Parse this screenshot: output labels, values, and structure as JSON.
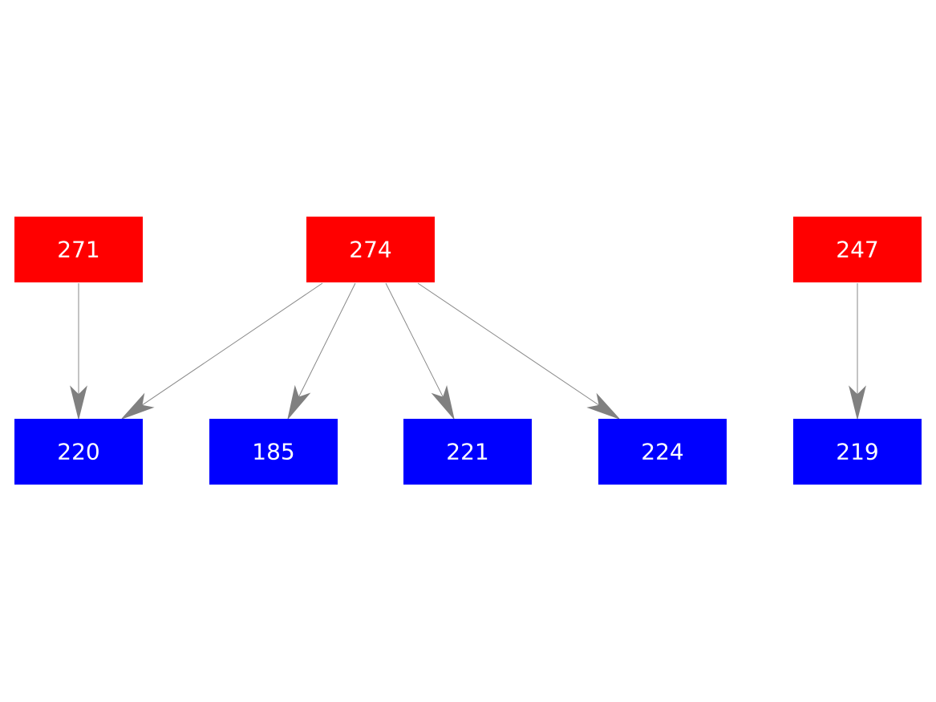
{
  "diagram": {
    "colors": {
      "source_node": "#ff0000",
      "target_node": "#0000ff",
      "label_text": "#ffffff",
      "edge": "#808080",
      "background": "#ffffff"
    },
    "nodes": [
      {
        "id": "n271",
        "label": "271",
        "role": "source"
      },
      {
        "id": "n274",
        "label": "274",
        "role": "source"
      },
      {
        "id": "n247",
        "label": "247",
        "role": "source"
      },
      {
        "id": "n220",
        "label": "220",
        "role": "target"
      },
      {
        "id": "n185",
        "label": "185",
        "role": "target"
      },
      {
        "id": "n221",
        "label": "221",
        "role": "target"
      },
      {
        "id": "n224",
        "label": "224",
        "role": "target"
      },
      {
        "id": "n219",
        "label": "219",
        "role": "target"
      }
    ],
    "edges": [
      {
        "from": "n271",
        "to": "n220"
      },
      {
        "from": "n274",
        "to": "n220"
      },
      {
        "from": "n274",
        "to": "n185"
      },
      {
        "from": "n274",
        "to": "n221"
      },
      {
        "from": "n274",
        "to": "n224"
      },
      {
        "from": "n247",
        "to": "n219"
      }
    ]
  }
}
